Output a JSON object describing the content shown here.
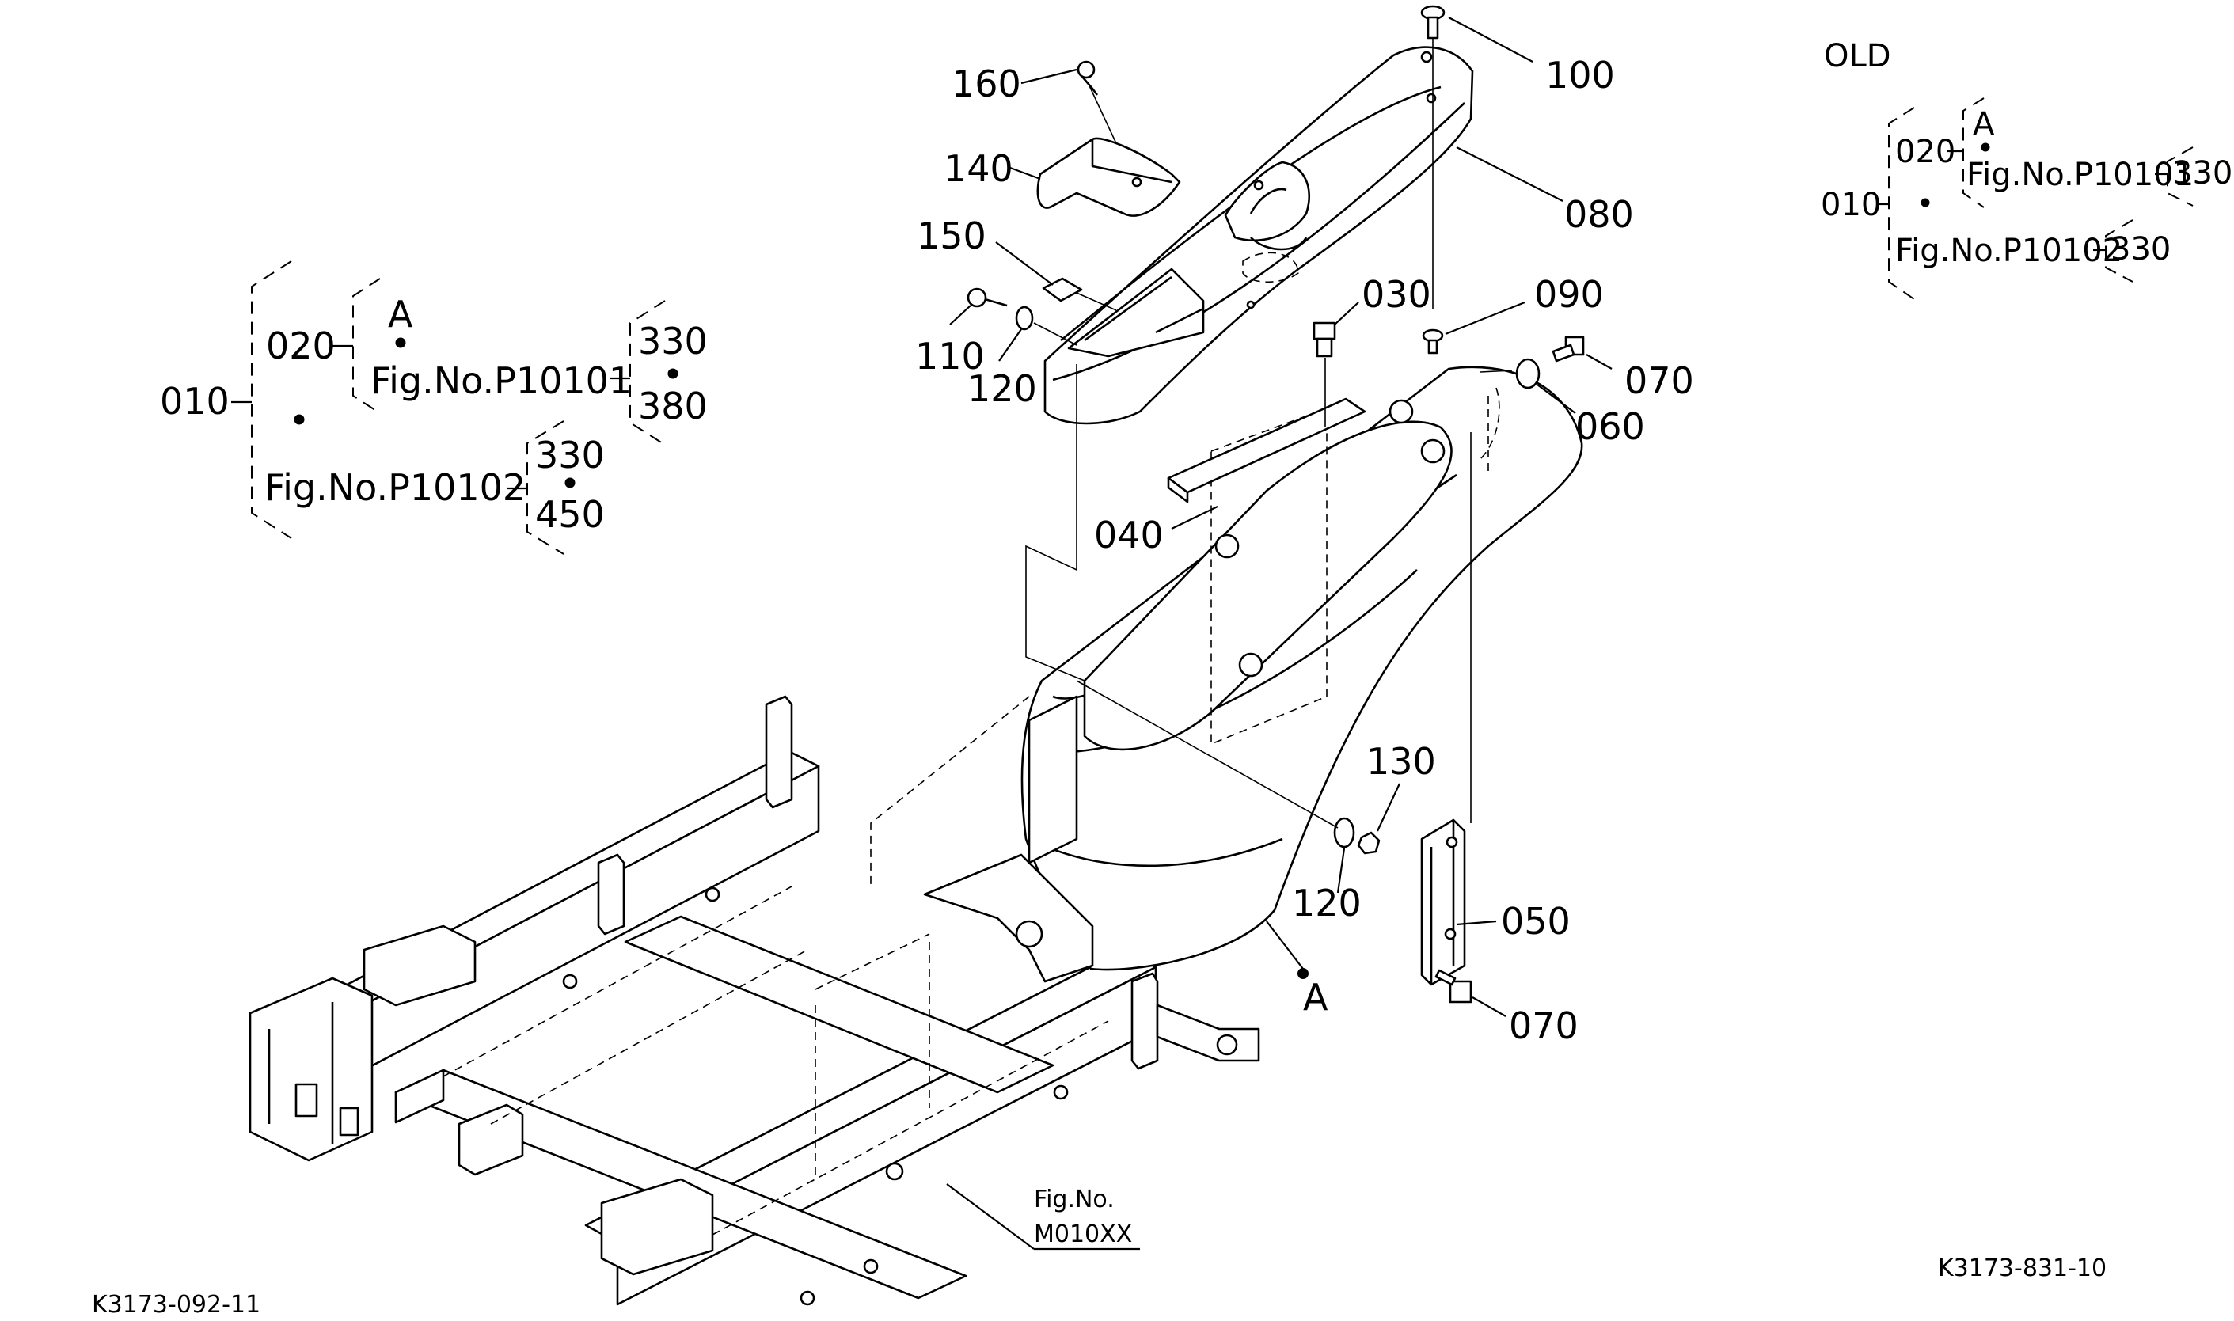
{
  "drawing_codes": {
    "left": "K3173-092-11",
    "right": "K3173-831-10"
  },
  "old_label": "OLD",
  "callouts": {
    "p100": "100",
    "p160": "160",
    "p140": "140",
    "p150": "150",
    "p080": "080",
    "p030": "030",
    "p090": "090",
    "p110": "110",
    "p120a": "120",
    "p070a": "070",
    "p060": "060",
    "p040": "040",
    "p130": "130",
    "p120b": "120",
    "p050": "050",
    "p070b": "070",
    "point_a": "A"
  },
  "frame_reference": {
    "line1": "Fig.No.",
    "line2": "M010XX"
  },
  "structure_new": {
    "root": "010",
    "sub": "020",
    "mark_a": "A",
    "ref1": "Fig.No.P10101",
    "ref1_items": [
      "330",
      "380"
    ],
    "ref2": "Fig.No.P10102",
    "ref2_items": [
      "330",
      "450"
    ]
  },
  "structure_old": {
    "root": "010",
    "sub": "020",
    "mark_a": "A",
    "ref1": "Fig.No.P10101",
    "ref1_item": "330",
    "ref2": "Fig.No.P10102",
    "ref2_item": "330"
  }
}
